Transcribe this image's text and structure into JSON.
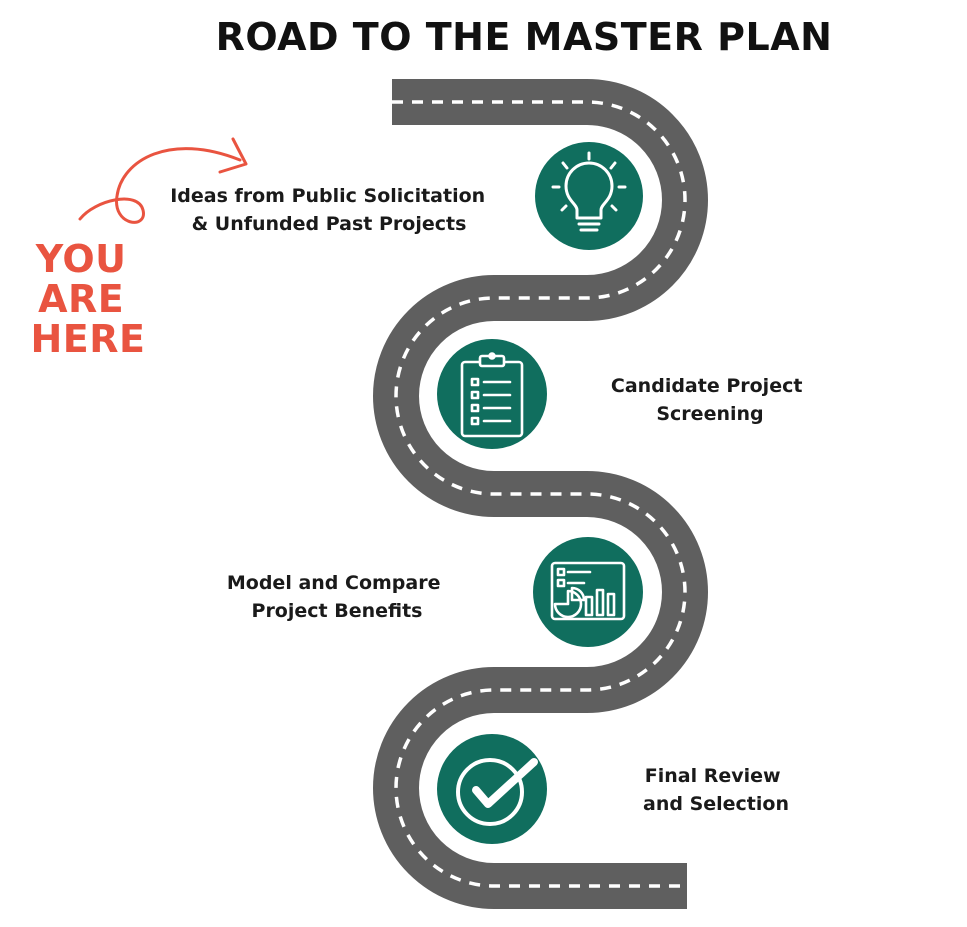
{
  "title": "ROAD TO THE MASTER PLAN",
  "you_are_here": {
    "line1": "YOU",
    "line2": "ARE",
    "line3": "HERE"
  },
  "steps": [
    {
      "line1": "Ideas from Public Solicitation",
      "line2": "& Unfunded Past Projects",
      "icon": "lightbulb-icon"
    },
    {
      "line1": "Candidate Project",
      "line2": "Screening",
      "icon": "clipboard-checklist-icon"
    },
    {
      "line1": "Model and Compare",
      "line2": "Project Benefits",
      "icon": "dashboard-chart-icon"
    },
    {
      "line1": "Final Review",
      "line2": "and Selection",
      "icon": "checkmark-circle-icon"
    }
  ],
  "colors": {
    "road": "#5f5f5f",
    "road_dash": "#ffffff",
    "icon_circle": "#106e5e",
    "accent": "#e95440",
    "text": "#1a1a1a"
  }
}
